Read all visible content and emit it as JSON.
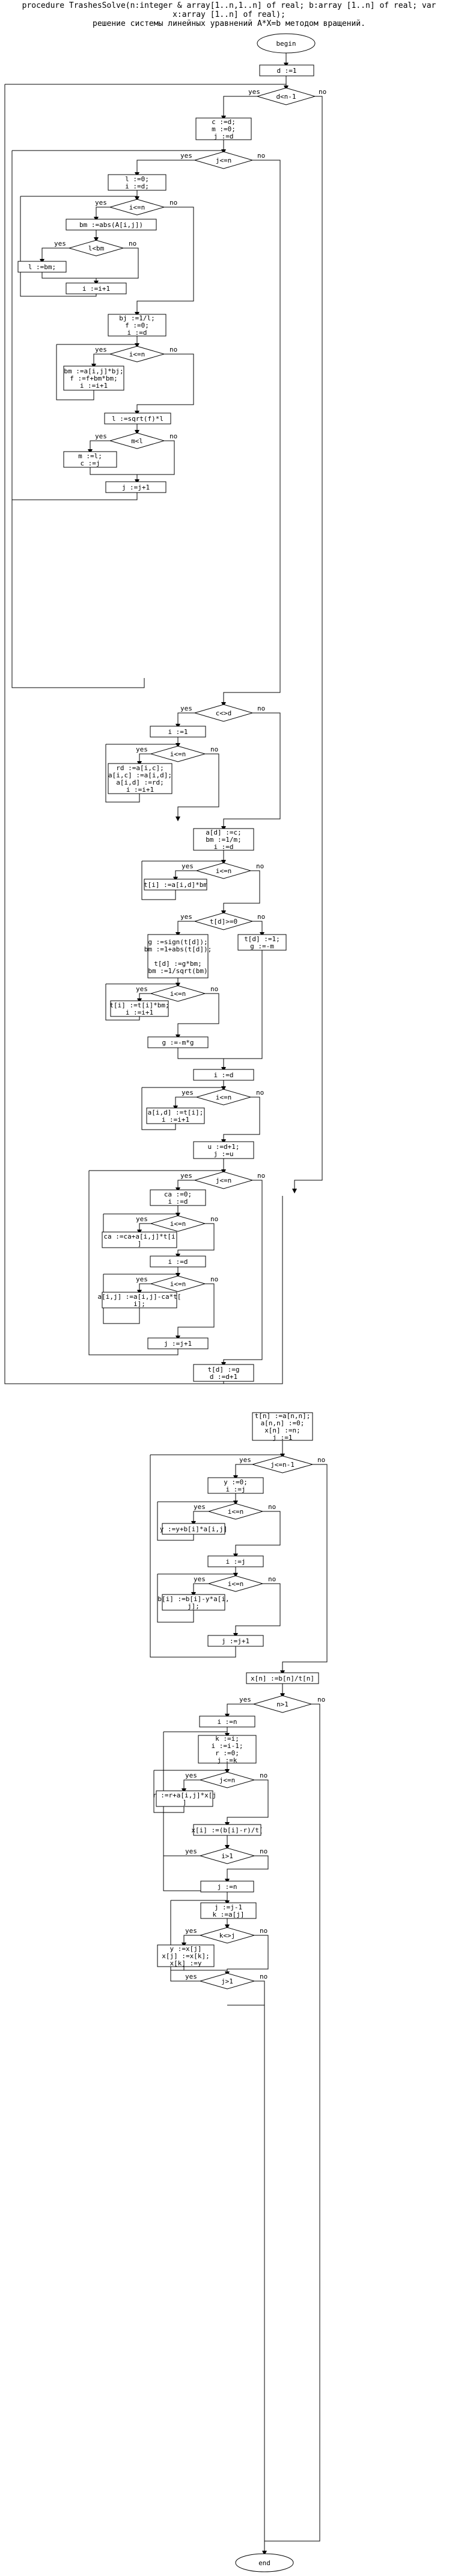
{
  "header": {
    "line1": "procedure TrashesSolve(n:integer & array[1..n,1..n] of real; b:array [1..n] of real; var",
    "line2": "x:array [1..n] of real);",
    "line3": "решение системы линейных уравнений A*X=b методом вращений."
  },
  "labels": {
    "yes": "yes",
    "no": "no"
  },
  "nodes": {
    "begin": "begin",
    "d_init": "d :=1",
    "d_lt_n1": "d<n-1",
    "c_assign": [
      "c :=d;",
      "m :=0;",
      "j :=d"
    ],
    "j_le_n_outer": "j<=n",
    "l_init": [
      "l :=0;",
      "i :=d;"
    ],
    "i_le_n_1": "i<=n",
    "bm_abs": "bm :=abs(A[i,j])",
    "l_lt_bm": "l<bm",
    "l_bm": "l :=bm;",
    "i_inc_1": "i :=i+1",
    "bj_init": [
      "bj :=1/l;",
      "f :=0;",
      "i :=d"
    ],
    "i_le_n_2": "i<=n",
    "bm_f": [
      "bm :=a[i,j]*bj;",
      "f :=f+bm*bm;",
      "i :=i+1"
    ],
    "l_sqrt": "l :=sqrt(f)*l",
    "m_lt_l": "m<l",
    "m_c": [
      "m :=l;",
      "c :=j"
    ],
    "j_inc_1": "j :=j+1",
    "c_ne_d": "c<>d",
    "i_one_1": "i :=1",
    "i_le_n_3": "i<=n",
    "swap": [
      "rd :=a[i,c];",
      "a[i,c] :=a[i,d];",
      "a[i,d] :=rd;",
      "i :=i+1"
    ],
    "a_d_d": [
      "a[d] :=c;",
      "bm :=1/m;",
      "i :=d"
    ],
    "i_le_n_4": "i<=n",
    "t_i": "t[i] :=a[i,d]*bm",
    "t_d_ge_0": "t[d]>=0",
    "g_sign": [
      "g :=sign(t[d]);",
      "bm :=1+abs(t[d]);",
      "",
      "t[d] :=g*bm;",
      "bm :=1/sqrt(bm)"
    ],
    "t_d_neg": [
      "t[d] :=1;",
      "g :=-m"
    ],
    "i_le_n_5": "i<=n",
    "t_bm": [
      "t[i] :=t[i]*bm;",
      "i :=i+1"
    ],
    "g_gm": "g :=-m*g",
    "i_d": "i :=d",
    "i_le_n_6": "i<=n",
    "a_i_d_t": [
      "a[i,d] :=t[i];",
      "i :=i+1"
    ],
    "u_d1": [
      "u :=d+1;",
      "j :=u"
    ],
    "j_le_n_2": "j<=n",
    "ca_init": [
      "ca :=0;",
      "i :=d"
    ],
    "i_le_n_7": "i<=n",
    "ca_acc": [
      "ca :=ca+a[i,j]*t[i",
      "]"
    ],
    "i_d_2": "i :=d",
    "i_le_n_8": "i<=n",
    "a_update": [
      "a[i,j] :=a[i,j]-ca*t[",
      "i];"
    ],
    "j_inc_2": "j :=j+1",
    "t_d_g": [
      "t[d] :=g",
      "d :=d+1"
    ],
    "final_t": [
      "t[n] :=a[n,n];",
      "a[n,n] :=0;",
      "x[n] :=n;",
      "j :=1"
    ],
    "j_le_n1_b": "j<=n-1",
    "y_init": [
      "y :=0;",
      "i :=j"
    ],
    "i_le_n_9": "i<=n",
    "y_acc": "y :=y+b[i]*a[i,j]",
    "i_j": "i :=j",
    "i_le_n_10": "i<=n",
    "b_update": [
      "b[i] :=b[i]-y*a[i,",
      "j];"
    ],
    "j_inc_3": "j :=j+1",
    "x_n": "x[n] :=b[n]/t[n]",
    "n_gt_1": "n>1",
    "i_n_1": "i :=n",
    "back_init": [
      "k :=i;",
      "i :=i-1;",
      "r :=0;",
      "j :=k"
    ],
    "j_le_n_3": "j<=n",
    "r_acc": [
      "r :=r+a[i,j]*x[j",
      "]"
    ],
    "x_i": "x[i] :=(b[i]-r)/t[",
    "i_gt_1": "i>1",
    "j_n": "j :=n",
    "j_dec": [
      "j :=j-1",
      "k :=a[j]"
    ],
    "k_ne_j": "k<>j",
    "swap_x": [
      "y :=x[j]",
      "x[j] :=x[k];",
      "x[k] :=y"
    ],
    "j_gt_1": "j>1",
    "end": "end"
  }
}
